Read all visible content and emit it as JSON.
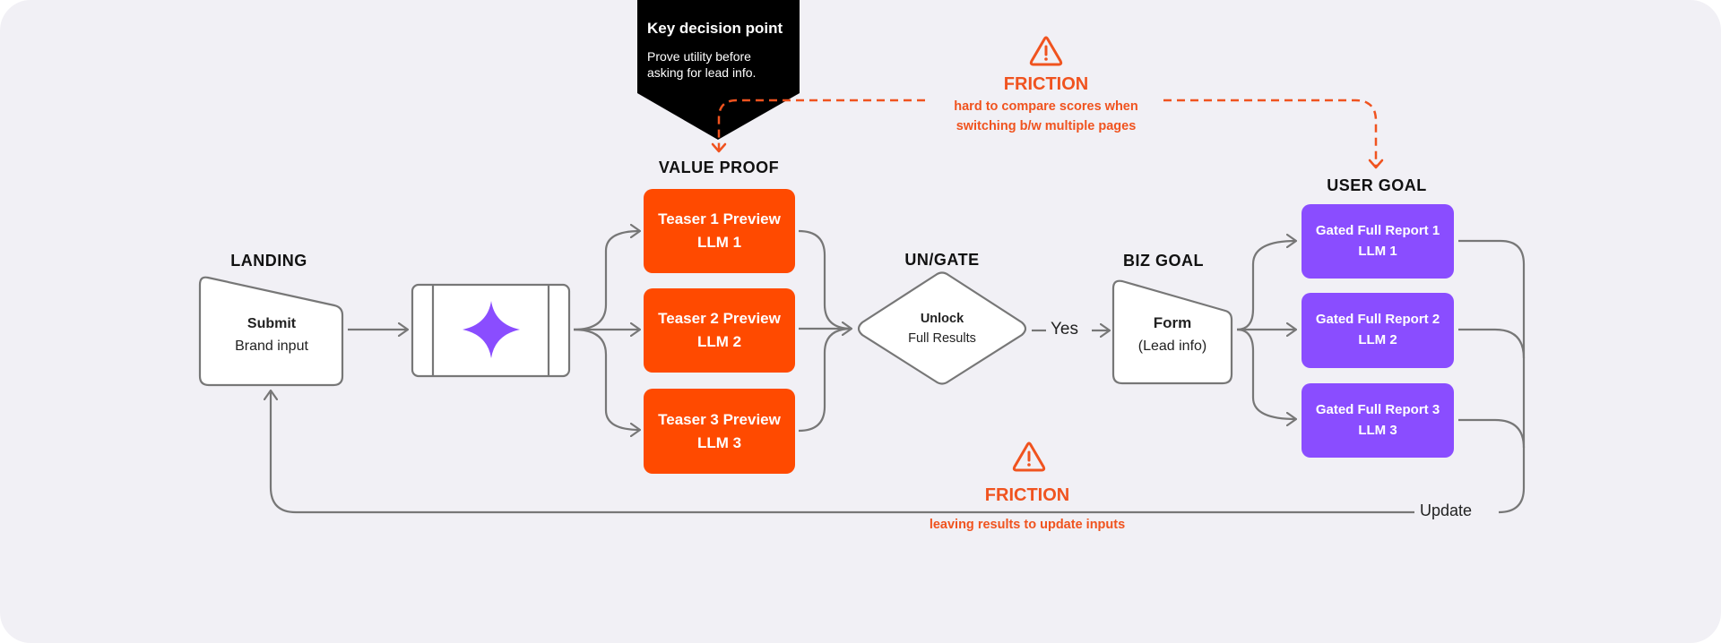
{
  "colors": {
    "background": "#f1f0f5",
    "teaser": "#ff4a00",
    "report": "#8a4dff",
    "friction": "#f0531f",
    "connector": "#777777",
    "callout": "#000000",
    "sparkle": "#8a4dff"
  },
  "callout": {
    "title": "Key decision point",
    "body": "Prove utility before asking for lead info."
  },
  "stages": {
    "landing": "LANDING",
    "value_proof": "VALUE PROOF",
    "ungate": "UN/GATE",
    "biz_goal": "BIZ GOAL",
    "user_goal": "USER GOAL"
  },
  "nodes": {
    "submit": {
      "title": "Submit",
      "subtitle": "Brand input"
    },
    "processor": {
      "icon": "sparkle-icon"
    },
    "teasers": [
      {
        "title": "Teaser 1 Preview",
        "subtitle": "LLM 1"
      },
      {
        "title": "Teaser 2 Preview",
        "subtitle": "LLM 2"
      },
      {
        "title": "Teaser 3 Preview",
        "subtitle": "LLM 3"
      }
    ],
    "unlock": {
      "title": "Unlock",
      "subtitle": "Full Results"
    },
    "form": {
      "title": "Form",
      "subtitle": "(Lead info)"
    },
    "reports": [
      {
        "title": "Gated Full Report 1",
        "subtitle": "LLM 1"
      },
      {
        "title": "Gated Full Report 2",
        "subtitle": "LLM 2"
      },
      {
        "title": "Gated Full Report 3",
        "subtitle": "LLM 3"
      }
    ]
  },
  "edges": {
    "yes_label": "Yes",
    "update_label": "Update"
  },
  "frictions": [
    {
      "icon": "warning-icon",
      "title": "FRICTION",
      "description_lines": [
        "hard to compare scores when",
        "switching b/w multiple pages"
      ]
    },
    {
      "icon": "warning-icon",
      "title": "FRICTION",
      "description_lines": [
        "leaving results to update inputs"
      ]
    }
  ]
}
